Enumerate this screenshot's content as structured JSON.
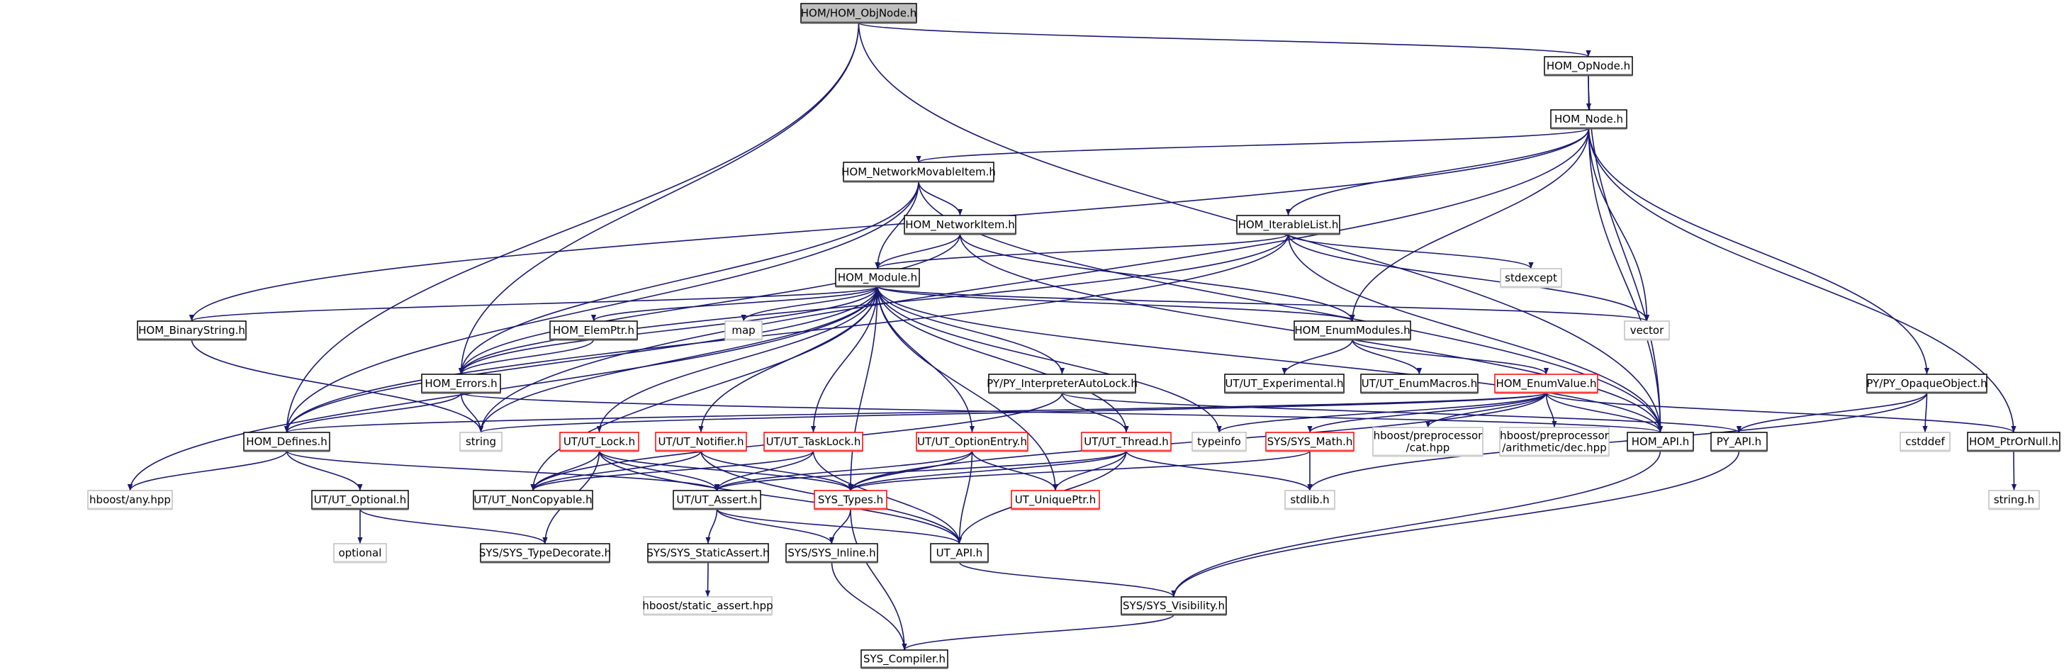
{
  "colors": {
    "edge": "#191970",
    "node_border": "#000000",
    "node_shadow": "#555555",
    "truncated_border": "#ff0000",
    "external_border": "#bfbfbf",
    "root_fill": "#bfbfbf",
    "node_fill": "#ffffff"
  },
  "nodes": [
    {
      "id": "objnode",
      "label": "HOM/HOM_ObjNode.h",
      "kind": "root"
    },
    {
      "id": "opnode",
      "label": "HOM_OpNode.h",
      "kind": "normal"
    },
    {
      "id": "node",
      "label": "HOM_Node.h",
      "kind": "normal"
    },
    {
      "id": "netmov",
      "label": "HOM_NetworkMovableItem.h",
      "kind": "normal"
    },
    {
      "id": "netitem",
      "label": "HOM_NetworkItem.h",
      "kind": "normal"
    },
    {
      "id": "iterable",
      "label": "HOM_IterableList.h",
      "kind": "normal"
    },
    {
      "id": "module",
      "label": "HOM_Module.h",
      "kind": "normal"
    },
    {
      "id": "stdexcept",
      "label": "stdexcept",
      "kind": "external"
    },
    {
      "id": "binstr",
      "label": "HOM_BinaryString.h",
      "kind": "normal"
    },
    {
      "id": "elemptr",
      "label": "HOM_ElemPtr.h",
      "kind": "normal"
    },
    {
      "id": "map",
      "label": "map",
      "kind": "external"
    },
    {
      "id": "enummod",
      "label": "HOM_EnumModules.h",
      "kind": "normal"
    },
    {
      "id": "vector",
      "label": "vector",
      "kind": "external"
    },
    {
      "id": "errors",
      "label": "HOM_Errors.h",
      "kind": "normal"
    },
    {
      "id": "pyautolock",
      "label": "PY/PY_InterpreterAutoLock.h",
      "kind": "normal"
    },
    {
      "id": "experimental",
      "label": "UT/UT_Experimental.h",
      "kind": "normal"
    },
    {
      "id": "enummacros",
      "label": "UT/UT_EnumMacros.h",
      "kind": "normal"
    },
    {
      "id": "enumvalue",
      "label": "HOM_EnumValue.h",
      "kind": "truncated"
    },
    {
      "id": "pyopaque",
      "label": "PY/PY_OpaqueObject.h",
      "kind": "normal"
    },
    {
      "id": "defines",
      "label": "HOM_Defines.h",
      "kind": "normal"
    },
    {
      "id": "string",
      "label": "string",
      "kind": "external"
    },
    {
      "id": "utlock",
      "label": "UT/UT_Lock.h",
      "kind": "truncated"
    },
    {
      "id": "notifier",
      "label": "UT/UT_Notifier.h",
      "kind": "truncated"
    },
    {
      "id": "tasklock",
      "label": "UT/UT_TaskLock.h",
      "kind": "truncated"
    },
    {
      "id": "optionentry",
      "label": "UT/UT_OptionEntry.h",
      "kind": "truncated"
    },
    {
      "id": "thread",
      "label": "UT/UT_Thread.h",
      "kind": "truncated"
    },
    {
      "id": "typeinfo",
      "label": "typeinfo",
      "kind": "external"
    },
    {
      "id": "sysmath",
      "label": "SYS/SYS_Math.h",
      "kind": "truncated"
    },
    {
      "id": "cat",
      "label": "hboost/preprocessor\n/cat.hpp",
      "kind": "external"
    },
    {
      "id": "dec",
      "label": "hboost/preprocessor\n/arithmetic/dec.hpp",
      "kind": "external"
    },
    {
      "id": "homapi",
      "label": "HOM_API.h",
      "kind": "normal"
    },
    {
      "id": "pyapi",
      "label": "PY_API.h",
      "kind": "normal"
    },
    {
      "id": "cstddef",
      "label": "cstddef",
      "kind": "external"
    },
    {
      "id": "ptrornull",
      "label": "HOM_PtrOrNull.h",
      "kind": "normal"
    },
    {
      "id": "any",
      "label": "hboost/any.hpp",
      "kind": "external"
    },
    {
      "id": "optionalh",
      "label": "UT/UT_Optional.h",
      "kind": "normal"
    },
    {
      "id": "noncopy",
      "label": "UT/UT_NonCopyable.h",
      "kind": "normal"
    },
    {
      "id": "assert",
      "label": "UT/UT_Assert.h",
      "kind": "normal"
    },
    {
      "id": "systypes",
      "label": "SYS_Types.h",
      "kind": "truncated"
    },
    {
      "id": "uniqueptr",
      "label": "UT_UniquePtr.h",
      "kind": "truncated"
    },
    {
      "id": "stdlib",
      "label": "stdlib.h",
      "kind": "external"
    },
    {
      "id": "stringh",
      "label": "string.h",
      "kind": "external"
    },
    {
      "id": "optional",
      "label": "optional",
      "kind": "external"
    },
    {
      "id": "typedecorate",
      "label": "SYS/SYS_TypeDecorate.h",
      "kind": "normal"
    },
    {
      "id": "staticassert",
      "label": "SYS/SYS_StaticAssert.h",
      "kind": "normal"
    },
    {
      "id": "inline",
      "label": "SYS/SYS_Inline.h",
      "kind": "normal"
    },
    {
      "id": "utapi",
      "label": "UT_API.h",
      "kind": "normal"
    },
    {
      "id": "hbstatic",
      "label": "hboost/static_assert.hpp",
      "kind": "external"
    },
    {
      "id": "visibility",
      "label": "SYS/SYS_Visibility.h",
      "kind": "normal"
    },
    {
      "id": "compiler",
      "label": "SYS_Compiler.h",
      "kind": "normal"
    }
  ],
  "edges": [
    [
      "objnode",
      "defines"
    ],
    [
      "objnode",
      "errors"
    ],
    [
      "objnode",
      "opnode"
    ],
    [
      "objnode",
      "homapi"
    ],
    [
      "opnode",
      "node"
    ],
    [
      "opnode",
      "homapi"
    ],
    [
      "node",
      "netmov"
    ],
    [
      "node",
      "iterable"
    ],
    [
      "node",
      "enummod"
    ],
    [
      "node",
      "vector"
    ],
    [
      "node",
      "homapi"
    ],
    [
      "node",
      "pyopaque"
    ],
    [
      "node",
      "ptrornull"
    ],
    [
      "node",
      "binstr"
    ],
    [
      "node",
      "string"
    ],
    [
      "netmov",
      "module"
    ],
    [
      "netmov",
      "netitem"
    ],
    [
      "netmov",
      "errors"
    ],
    [
      "netmov",
      "defines"
    ],
    [
      "netmov",
      "homapi"
    ],
    [
      "netitem",
      "module"
    ],
    [
      "netitem",
      "errors"
    ],
    [
      "netitem",
      "enummod"
    ],
    [
      "netitem",
      "homapi"
    ],
    [
      "iterable",
      "module"
    ],
    [
      "iterable",
      "errors"
    ],
    [
      "iterable",
      "defines"
    ],
    [
      "iterable",
      "stdexcept"
    ],
    [
      "iterable",
      "vector"
    ],
    [
      "iterable",
      "homapi"
    ],
    [
      "module",
      "binstr"
    ],
    [
      "module",
      "elemptr"
    ],
    [
      "module",
      "map"
    ],
    [
      "module",
      "enummod"
    ],
    [
      "module",
      "vector"
    ],
    [
      "module",
      "homapi"
    ],
    [
      "module",
      "errors"
    ],
    [
      "module",
      "defines"
    ],
    [
      "module",
      "string"
    ],
    [
      "module",
      "any"
    ],
    [
      "module",
      "noncopy"
    ],
    [
      "module",
      "utlock"
    ],
    [
      "module",
      "notifier"
    ],
    [
      "module",
      "tasklock"
    ],
    [
      "module",
      "systypes"
    ],
    [
      "module",
      "optionentry"
    ],
    [
      "module",
      "uniqueptr"
    ],
    [
      "module",
      "thread"
    ],
    [
      "module",
      "pyautolock"
    ],
    [
      "module",
      "typeinfo"
    ],
    [
      "binstr",
      "string"
    ],
    [
      "elemptr",
      "errors"
    ],
    [
      "errors",
      "defines"
    ],
    [
      "errors",
      "string"
    ],
    [
      "errors",
      "homapi"
    ],
    [
      "enummod",
      "experimental"
    ],
    [
      "enummod",
      "enummacros"
    ],
    [
      "enummod",
      "enumvalue"
    ],
    [
      "enumvalue",
      "defines"
    ],
    [
      "enumvalue",
      "string"
    ],
    [
      "enumvalue",
      "typeinfo"
    ],
    [
      "enumvalue",
      "sysmath"
    ],
    [
      "enumvalue",
      "cat"
    ],
    [
      "enumvalue",
      "dec"
    ],
    [
      "enumvalue",
      "homapi"
    ],
    [
      "enumvalue",
      "ptrornull"
    ],
    [
      "enumvalue",
      "systypes"
    ],
    [
      "pyautolock",
      "thread"
    ],
    [
      "pyautolock",
      "pyapi"
    ],
    [
      "pyautolock",
      "noncopy"
    ],
    [
      "defines",
      "any"
    ],
    [
      "defines",
      "optionalh"
    ],
    [
      "defines",
      "assert"
    ],
    [
      "optionalh",
      "optional"
    ],
    [
      "optionalh",
      "typedecorate"
    ],
    [
      "utlock",
      "noncopy"
    ],
    [
      "utlock",
      "typedecorate"
    ],
    [
      "utlock",
      "assert"
    ],
    [
      "utlock",
      "systypes"
    ],
    [
      "utlock",
      "utapi"
    ],
    [
      "notifier",
      "noncopy"
    ],
    [
      "notifier",
      "systypes"
    ],
    [
      "notifier",
      "utapi"
    ],
    [
      "tasklock",
      "noncopy"
    ],
    [
      "tasklock",
      "assert"
    ],
    [
      "tasklock",
      "utapi"
    ],
    [
      "optionentry",
      "assert"
    ],
    [
      "optionentry",
      "utapi"
    ],
    [
      "optionentry",
      "uniqueptr"
    ],
    [
      "optionentry",
      "systypes"
    ],
    [
      "thread",
      "assert"
    ],
    [
      "thread",
      "systypes"
    ],
    [
      "thread",
      "uniqueptr"
    ],
    [
      "thread",
      "stdlib"
    ],
    [
      "thread",
      "utapi"
    ],
    [
      "sysmath",
      "systypes"
    ],
    [
      "sysmath",
      "stdlib"
    ],
    [
      "assert",
      "staticassert"
    ],
    [
      "assert",
      "inline"
    ],
    [
      "assert",
      "utapi"
    ],
    [
      "systypes",
      "inline"
    ],
    [
      "systypes",
      "compiler"
    ],
    [
      "staticassert",
      "hbstatic"
    ],
    [
      "inline",
      "compiler"
    ],
    [
      "utapi",
      "visibility"
    ],
    [
      "visibility",
      "compiler"
    ],
    [
      "homapi",
      "visibility"
    ],
    [
      "pyapi",
      "visibility"
    ],
    [
      "pyopaque",
      "pyapi"
    ],
    [
      "pyopaque",
      "cstddef"
    ],
    [
      "pyopaque",
      "stdlib"
    ],
    [
      "ptrornull",
      "stringh"
    ]
  ]
}
